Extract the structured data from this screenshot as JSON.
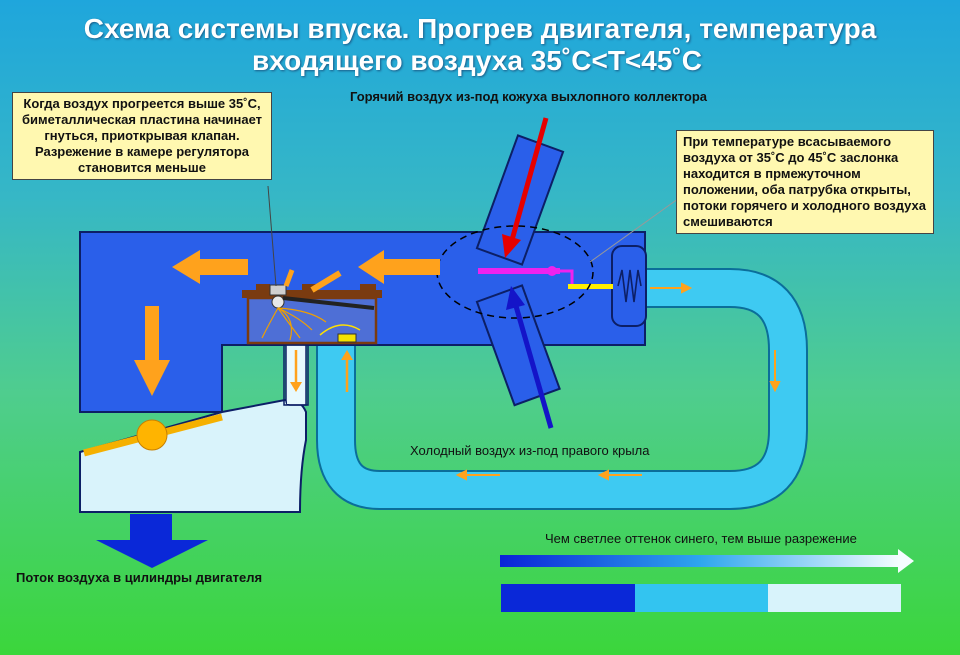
{
  "title": {
    "line1": "Схема системы впуска. Прогрев двигателя, температура",
    "line2": "входящего воздуха 35˚С<T<45˚С"
  },
  "notes": {
    "bimetal": "Когда воздух прогреется выше 35˚С, биметаллическая пластина начинает гнуться, приоткрывая клапан. Разрежение в камере регулятора становится меньше",
    "damper": "При температуре всасываемого воздуха от 35˚С до 45˚С заслонка находится в прмежуточном положении, оба патрубка открыты, потоки горячего и холодного воздуха смешиваются"
  },
  "labels": {
    "hot_air": "Горячий воздух из-под кожуха выхлопного коллектора",
    "cold_air": "Холодный воздух из-под правого крыла",
    "engine_flow": "Поток воздуха в цилиндры двигателя",
    "vacuum_legend": "Чем светлее оттенок синего, тем выше разрежение"
  },
  "colors": {
    "housing_blue": "#2a5fea",
    "mid_blue": "#33c4f0",
    "light_blue": "#d8f3fb",
    "orange_flow": "#ffa21c",
    "hot_arrow": "#e60000",
    "cold_arrow": "#1414c8",
    "damper_pink": "#ee22ee",
    "link_yellow": "#ffee00",
    "note_bg": "#fff8b0",
    "legend_dark": "#0a28d8"
  }
}
